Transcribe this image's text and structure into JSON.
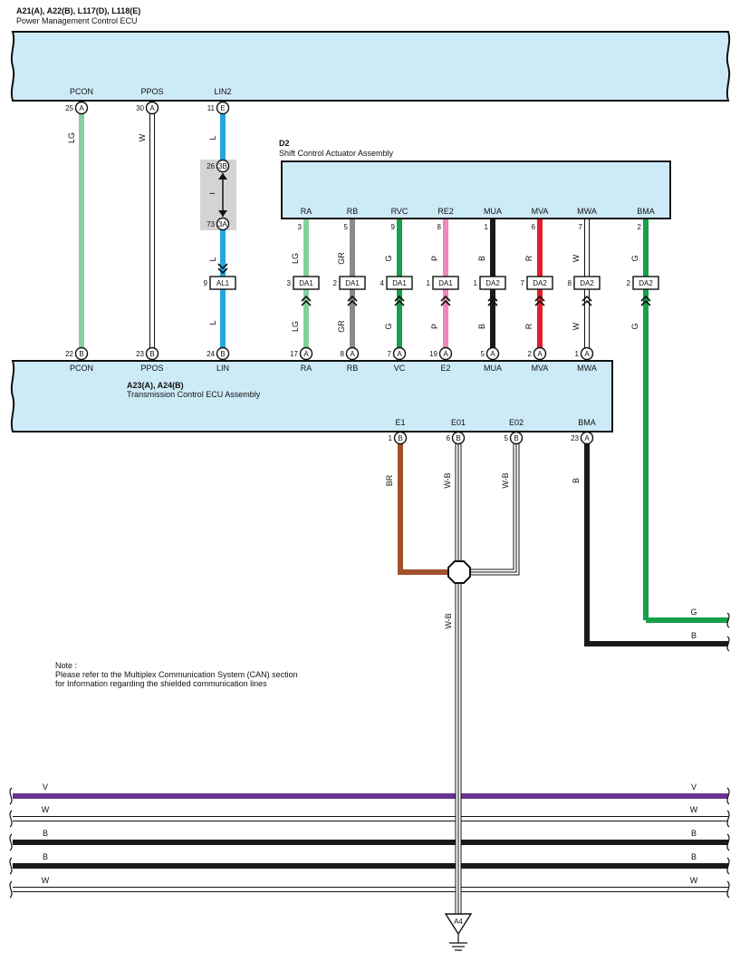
{
  "ecu_top": {
    "title": "A21(A), A22(B), L117(D), L118(E)",
    "subtitle": "Power Management Control ECU"
  },
  "ecu_mid": {
    "title": "A23(A), A24(B)",
    "subtitle": "Transmission Control ECU Assembly"
  },
  "actuator": {
    "title": "D2",
    "subtitle": "Shift Control Actuator Assembly"
  },
  "top_pins": [
    {
      "name": "PCON",
      "num": "25",
      "conn": "A"
    },
    {
      "name": "PPOS",
      "num": "30",
      "conn": "A"
    },
    {
      "name": "LIN2",
      "num": "11",
      "conn": "E"
    }
  ],
  "shield_joint": {
    "top": {
      "num": "26",
      "conn": "3B"
    },
    "bottom": {
      "num": "73",
      "conn": "3A"
    }
  },
  "lin_connector": {
    "num": "9",
    "label": "AL1"
  },
  "left_wires": [
    {
      "color_code": "LG",
      "hex": "#86cfa0"
    },
    {
      "color_code": "W",
      "hex": "#ffffff"
    },
    {
      "color_code": "L",
      "hex": "#23a8e0"
    }
  ],
  "actuator_pins": [
    {
      "name": "RA",
      "num": "3",
      "wire": "LG",
      "hex": "#86cfa0",
      "conn_num": "3",
      "conn": "DA1",
      "ecu_num": "17",
      "ecu_conn": "A",
      "ecu_name": "RA"
    },
    {
      "name": "RB",
      "num": "5",
      "wire": "GR",
      "hex": "#8a8a8a",
      "conn_num": "2",
      "conn": "DA1",
      "ecu_num": "8",
      "ecu_conn": "A",
      "ecu_name": "RB"
    },
    {
      "name": "RVC",
      "num": "9",
      "wire": "G",
      "hex": "#16a04a",
      "conn_num": "4",
      "conn": "DA1",
      "ecu_num": "7",
      "ecu_conn": "A",
      "ecu_name": "VC"
    },
    {
      "name": "RE2",
      "num": "8",
      "wire": "P",
      "hex": "#ef86bc",
      "conn_num": "1",
      "conn": "DA1",
      "ecu_num": "19",
      "ecu_conn": "A",
      "ecu_name": "E2"
    },
    {
      "name": "MUA",
      "num": "1",
      "wire": "B",
      "hex": "#1a1a1a",
      "conn_num": "1",
      "conn": "DA2",
      "ecu_num": "5",
      "ecu_conn": "A",
      "ecu_name": "MUA"
    },
    {
      "name": "MVA",
      "num": "6",
      "wire": "R",
      "hex": "#e0202a",
      "conn_num": "7",
      "conn": "DA2",
      "ecu_num": "2",
      "ecu_conn": "A",
      "ecu_name": "MVA"
    },
    {
      "name": "MWA",
      "num": "7",
      "wire": "W",
      "hex": "#ffffff",
      "conn_num": "8",
      "conn": "DA2",
      "ecu_num": "1",
      "ecu_conn": "A",
      "ecu_name": "MWA"
    },
    {
      "name": "BMA",
      "num": "2",
      "wire": "G",
      "hex": "#16a04a",
      "conn_num": "2",
      "conn": "DA2"
    }
  ],
  "mid_left_pins": [
    {
      "name": "PCON",
      "num": "22",
      "conn": "B"
    },
    {
      "name": "PPOS",
      "num": "23",
      "conn": "B"
    },
    {
      "name": "LIN",
      "num": "24",
      "conn": "B"
    }
  ],
  "ground_pins": [
    {
      "name": "E1",
      "num": "1",
      "conn": "B",
      "wire": "BR",
      "hex": "#a0522d"
    },
    {
      "name": "E01",
      "num": "6",
      "conn": "B",
      "wire": "W-B"
    },
    {
      "name": "E02",
      "num": "5",
      "conn": "B",
      "wire": "W-B"
    },
    {
      "name": "BMA",
      "num": "23",
      "conn": "A",
      "wire": "B",
      "hex": "#1a1a1a"
    }
  ],
  "ground_trunk_wire": "W-B",
  "ground_point": "A4",
  "exit_wires": [
    {
      "label": "G",
      "hex": "#16a04a"
    },
    {
      "label": "B",
      "hex": "#1a1a1a"
    }
  ],
  "note": {
    "line1": "Note :",
    "line2": "Please refer to the Multiplex Communication System (CAN) section",
    "line3": "for Information regarding the shielded communication lines"
  },
  "bus_lines": [
    {
      "label": "V",
      "hex": "#6a3291"
    },
    {
      "label": "W",
      "hex": "#ffffff"
    },
    {
      "label": "B",
      "hex": "#1a1a1a"
    },
    {
      "label": "B",
      "hex": "#1a1a1a"
    },
    {
      "label": "W",
      "hex": "#ffffff"
    }
  ]
}
